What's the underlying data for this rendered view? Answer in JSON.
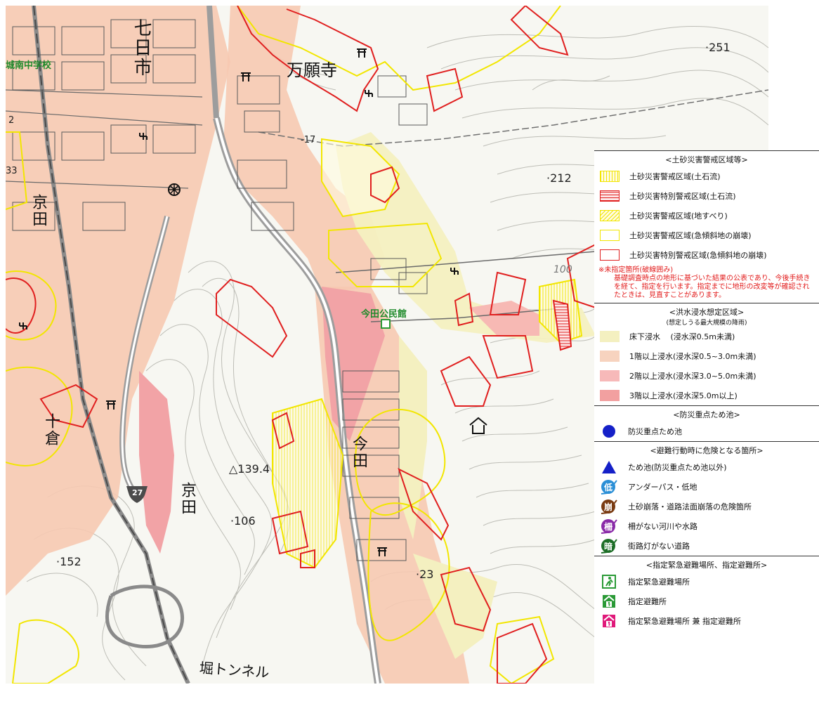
{
  "map": {
    "place_labels": [
      {
        "key": "nanoka",
        "text": "七日市"
      },
      {
        "key": "mangan",
        "text": "万願寺"
      },
      {
        "key": "kyoda1",
        "text": "京田"
      },
      {
        "key": "kyoda2",
        "text": "京田"
      },
      {
        "key": "imada",
        "text": "今田"
      },
      {
        "key": "jukura",
        "text": "十倉"
      }
    ],
    "facility_labels": {
      "school": "城南中学校",
      "hall": "今田公民館"
    },
    "elevations": [
      "·251",
      "·212",
      "·106",
      "·152",
      "·23",
      "△139.4",
      "-17",
      "100",
      "2",
      "33"
    ],
    "tunnel_text": "堀トンネル",
    "route_number": "27",
    "colors": {
      "flood_low": "#f4f0c0",
      "flood_1f": "#f6c9b1",
      "flood_2f": "#f7b9b4",
      "flood_3f": "#f2a3a6",
      "warning_yellow": "#f2e600",
      "special_red": "#e01f1f"
    }
  },
  "legend": {
    "sediment": {
      "title": "<土砂災害警戒区域等>",
      "items": [
        {
          "label": "土砂災害警戒区域(土石流)",
          "swatch": "stripe-v-yellow"
        },
        {
          "label": "土砂災害特別警戒区域(土石流)",
          "swatch": "stripe-h-red"
        },
        {
          "label": "土砂災害警戒区域(地すべり)",
          "swatch": "hatch-diag-yellow"
        },
        {
          "label": "土砂災害警戒区域(急傾斜地の崩壊)",
          "swatch": "outline-yellow"
        },
        {
          "label": "土砂災害特別警戒区域(急傾斜地の崩壊)",
          "swatch": "outline-red"
        }
      ],
      "note_title": "※未指定箇所(破線囲み)",
      "note_body": "基礎調査時点の地形に基づいた結果の公表であり、今後手続きを経て、指定を行います。指定までに地形の改変等が確認されたときは、見直すことがあります。"
    },
    "flood": {
      "title": "<洪水浸水想定区域>",
      "subtitle": "(想定しうる最大規模の降雨)",
      "items": [
        {
          "label": "床下浸水　 (浸水深0.5m未満)",
          "color": "#f4f0c0"
        },
        {
          "label": "1階以上浸水(浸水深0.5~3.0m未満)",
          "color": "#f7d3bf"
        },
        {
          "label": "2階以上浸水(浸水深3.0~5.0m未満)",
          "color": "#f7b9b9"
        },
        {
          "label": "3階以上浸水(浸水深5.0m以上)",
          "color": "#f2a0a0"
        }
      ]
    },
    "ponds": {
      "title": "<防災重点ため池>",
      "items": [
        {
          "label": "防災重点ため池",
          "icon": "blue-circle-icon"
        }
      ]
    },
    "danger": {
      "title": "<避難行動時に危険となる箇所>",
      "items": [
        {
          "label": "ため池(防災重点ため池以外)",
          "icon": "blue-triangle-icon",
          "glyph": ""
        },
        {
          "label": "アンダーパス・低地",
          "icon": "underpass-icon",
          "glyph": "低",
          "color": "#2b8fd6"
        },
        {
          "label": "土砂崩落・道路法面崩落の危険箇所",
          "icon": "landslide-icon",
          "glyph": "崩",
          "color": "#7a3b12"
        },
        {
          "label": "柵がない河川や水路",
          "icon": "no-fence-icon",
          "glyph": "柵",
          "color": "#8a2aa8"
        },
        {
          "label": "街路灯がない道路",
          "icon": "no-streetlight-icon",
          "glyph": "暗",
          "color": "#1d6e27"
        }
      ]
    },
    "shelter": {
      "title": "<指定緊急避難場所、指定避難所>",
      "items": [
        {
          "label": "指定緊急避難場所",
          "icon": "evacuation-site-icon",
          "color": "#2a9a36"
        },
        {
          "label": "指定避難所",
          "icon": "shelter-icon",
          "color": "#2a9a36"
        },
        {
          "label": "指定緊急避難場所 兼 指定避難所",
          "icon": "combined-shelter-icon",
          "color": "#e0197a"
        }
      ]
    }
  }
}
